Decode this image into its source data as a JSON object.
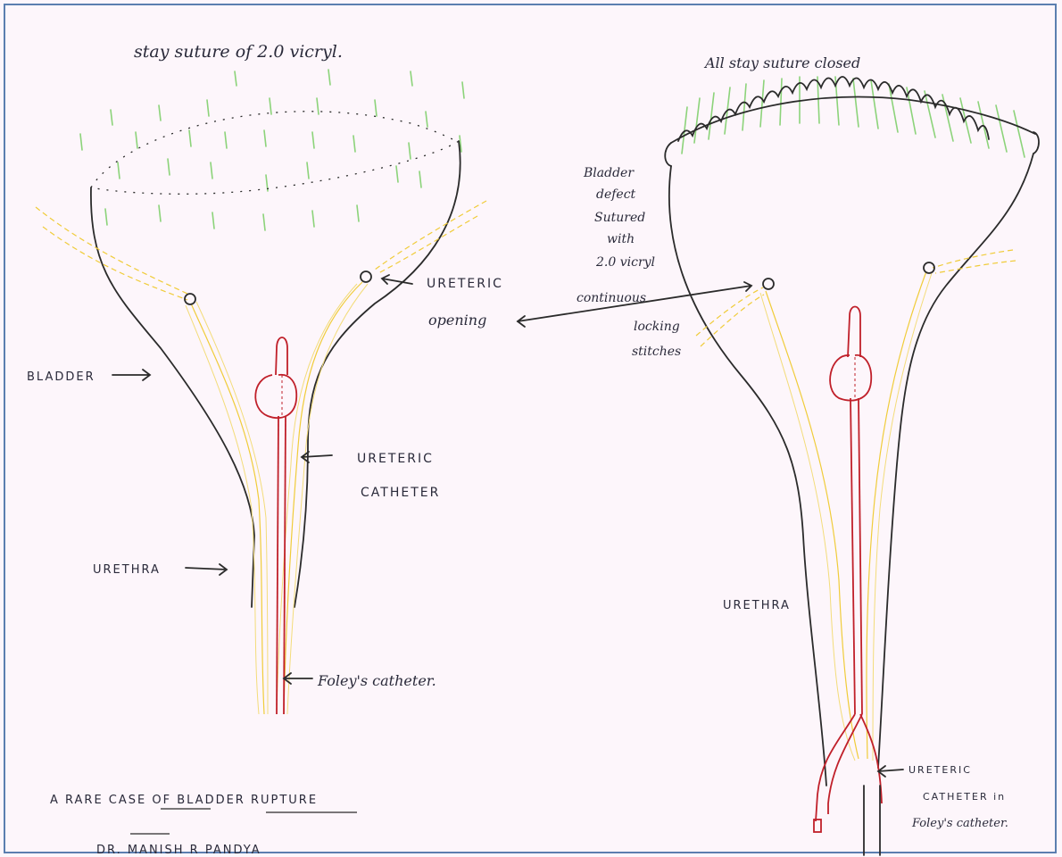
{
  "labels": {
    "stay_suture": "stay suture of 2.0 vicryl.",
    "all_stay_closed": "All stay suture closed",
    "bladder_defect": [
      "Bladder",
      "defect",
      "Sutured",
      "with",
      "2.0 vicryl",
      "continuous",
      "locking",
      "stitches"
    ],
    "ureteric_opening_1": "URETERIC",
    "ureteric_opening_2": "opening",
    "bladder": "BLADDER",
    "ureteric_catheter_1": "URETERIC",
    "ureteric_catheter_2": "CATHETER",
    "urethra_left": "URETHRA",
    "urethra_right": "URETHRA",
    "foleys_catheter": "Foley's catheter.",
    "ureteric_in_foley": [
      "URETERIC",
      "CATHETER in",
      "Foley's catheter."
    ],
    "caption_line1": "A RARE CASE OF BLADDER RUPTURE",
    "caption_line2": "DR. MANISH R PANDYA"
  },
  "colors": {
    "ink": "#2b2b2b",
    "suture": "#8cd37a",
    "ureteric_catheter": "#f0cc3a",
    "foley_catheter": "#c0202a",
    "border": "#5b7fb0"
  }
}
